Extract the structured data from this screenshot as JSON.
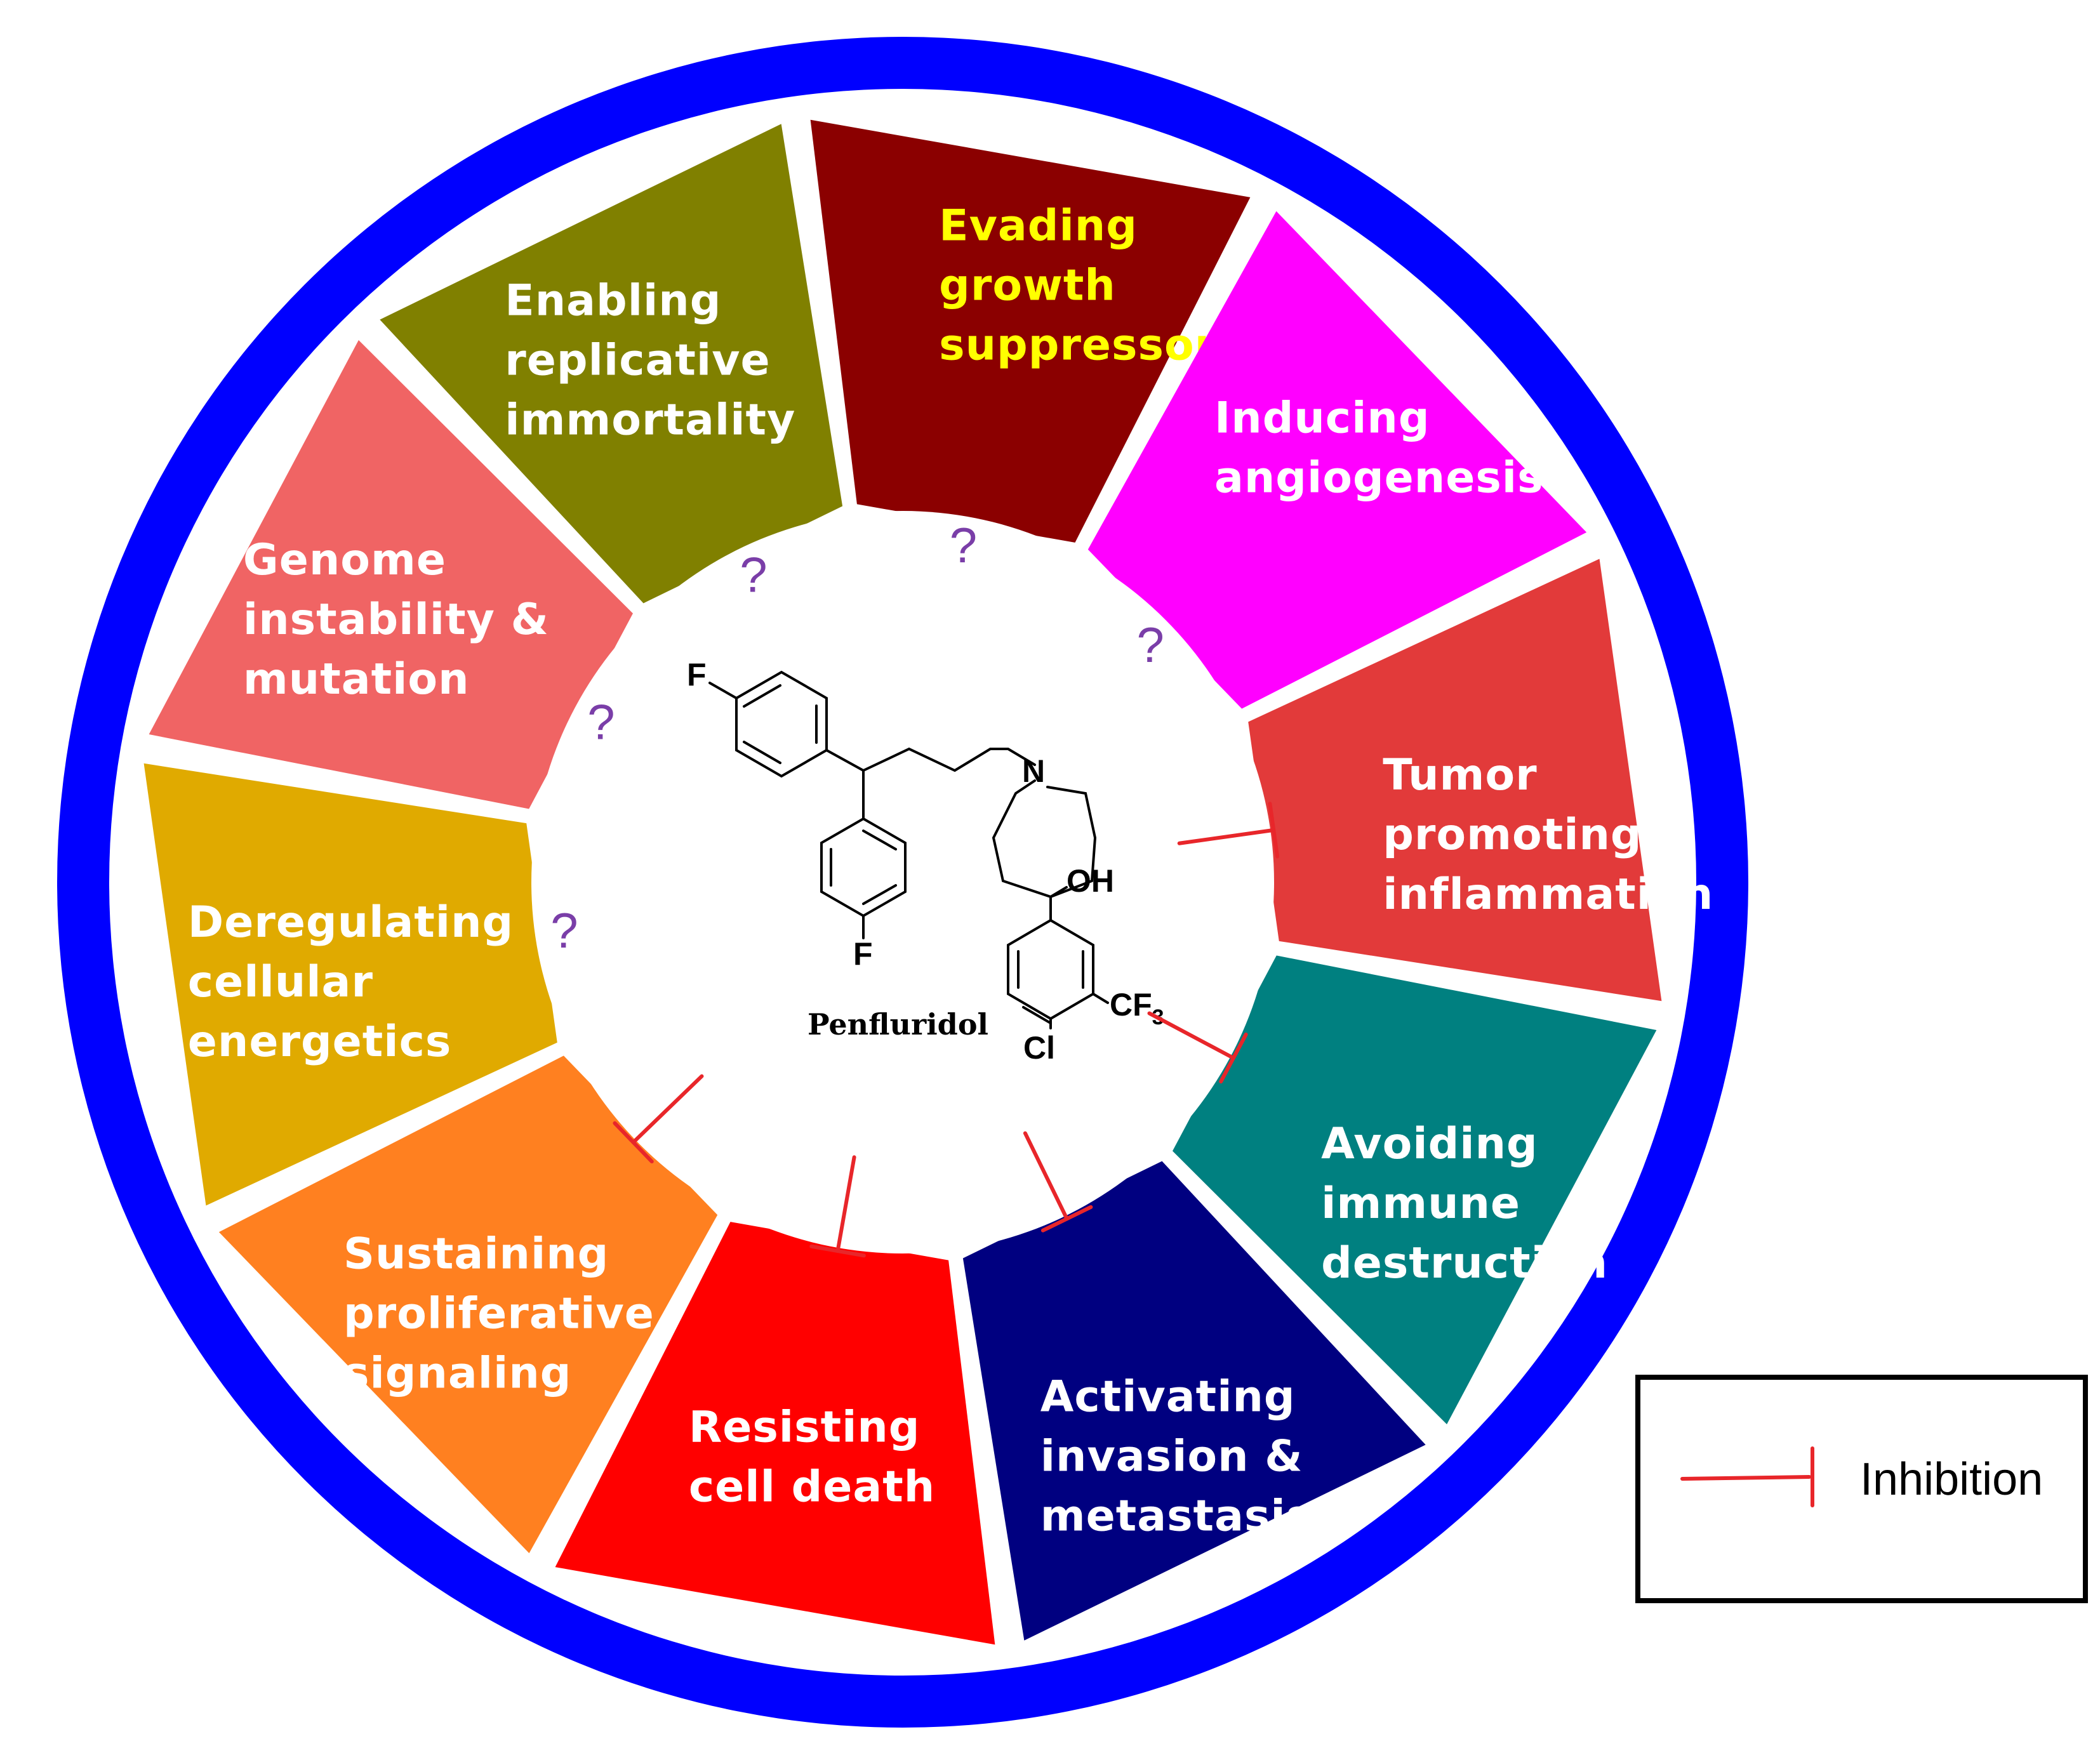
{
  "drug": {
    "name": "Penfluridol",
    "atoms": {
      "f_top": "F",
      "f_bottom": "F",
      "n": "N",
      "oh": "OH",
      "cf": "CF",
      "cf_sub": "3",
      "cl": "Cl"
    }
  },
  "segments": [
    {
      "id": "evading",
      "lines": [
        "Evading",
        "growth",
        "suppressors"
      ],
      "color": "#8b0000",
      "text_color": "#ffff00",
      "mark": "question"
    },
    {
      "id": "inducing",
      "lines": [
        "Inducing",
        "angiogenesis"
      ],
      "color": "#ff00ff",
      "text_color": "#ffffff",
      "mark": "question"
    },
    {
      "id": "tumor",
      "lines": [
        "Tumor",
        "promoting",
        "inflammation"
      ],
      "color": "#e23a3a",
      "text_color": "#ffffff",
      "mark": "inhibition"
    },
    {
      "id": "avoiding",
      "lines": [
        "Avoiding",
        "immune",
        "destruction"
      ],
      "color": "#008080",
      "text_color": "#ffffff",
      "mark": "inhibition"
    },
    {
      "id": "activating",
      "lines": [
        "Activating",
        "invasion &",
        "metastasis"
      ],
      "color": "#000080",
      "text_color": "#ffffff",
      "mark": "inhibition"
    },
    {
      "id": "resisting",
      "lines": [
        "Resisting",
        "cell death"
      ],
      "color": "#ff0000",
      "text_color": "#ffffff",
      "mark": "inhibition"
    },
    {
      "id": "sustaining",
      "lines": [
        "Sustaining",
        "proliferative",
        "signaling"
      ],
      "color": "#ff8020",
      "text_color": "#ffffff",
      "mark": "inhibition"
    },
    {
      "id": "deregulating",
      "lines": [
        "Deregulating",
        "cellular",
        "energetics"
      ],
      "color": "#e0aa00",
      "text_color": "#ffffff",
      "mark": "question"
    },
    {
      "id": "genome",
      "lines": [
        "Genome",
        "instability &",
        "mutation"
      ],
      "color": "#f06464",
      "text_color": "#ffffff",
      "mark": "question"
    },
    {
      "id": "enabling",
      "lines": [
        "Enabling",
        "replicative",
        "immortality"
      ],
      "color": "#808000",
      "text_color": "#ffffff",
      "mark": "question"
    }
  ],
  "question_mark": "?",
  "legend": {
    "label": "Inhibition"
  },
  "colors": {
    "ring": "#0000ff",
    "inhibition": "#e8262a",
    "question": "#7a3ea8"
  }
}
